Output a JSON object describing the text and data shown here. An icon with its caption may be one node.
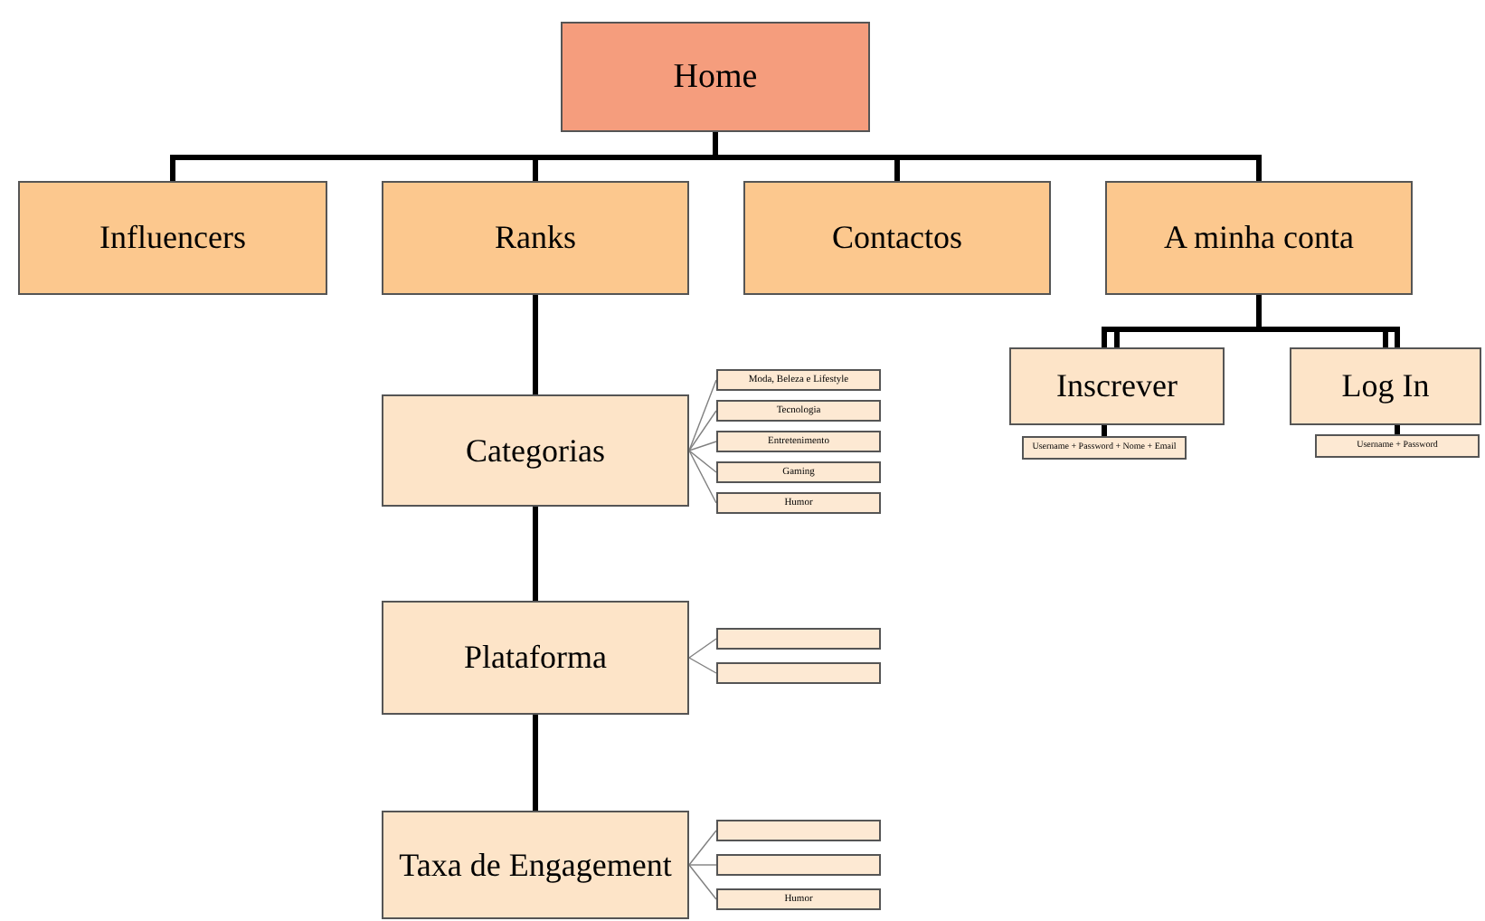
{
  "diagram": {
    "nodes": [
      {
        "text": [
          "Home"
        ]
      },
      {
        "text": [
          "Influencers"
        ]
      },
      {
        "text": [
          "Ranks"
        ]
      },
      {
        "text": [
          "Contactos"
        ]
      },
      {
        "text": [
          "A minha conta"
        ]
      },
      {
        "text": [
          "Categorias"
        ]
      },
      {
        "text": [
          "Moda, Beleza e Lifestyle"
        ]
      },
      {
        "text": [
          "Tecnologia"
        ]
      },
      {
        "text": [
          "Entretenimento"
        ]
      },
      {
        "text": [
          "Gaming"
        ]
      },
      {
        "text": [
          "Humor"
        ]
      },
      {
        "text": [
          "Plataforma"
        ]
      },
      {
        "text": [],
        "shape": "box"
      },
      {
        "text": [],
        "shape": "box"
      },
      {
        "text": [
          "Taxa de Engagement"
        ]
      },
      {
        "text": [],
        "shape": "box"
      },
      {
        "text": [],
        "shape": "box"
      },
      {
        "text": [
          "Humor"
        ]
      },
      {
        "text": [
          "Inscrever"
        ]
      },
      {
        "text": [
          "Username + Password + Nome + Email"
        ]
      },
      {
        "text": [
          "Log In"
        ]
      },
      {
        "text": [
          "Username + Password"
        ]
      }
    ],
    "edges": [
      {
        "from": 0,
        "to": 1,
        "arrow": "none"
      },
      {
        "from": 0,
        "to": 2,
        "arrow": "none"
      },
      {
        "from": 0,
        "to": 3,
        "arrow": "none"
      },
      {
        "from": 0,
        "to": 4,
        "arrow": "none"
      },
      {
        "from": 2,
        "to": 5,
        "arrow": "none"
      },
      {
        "from": 5,
        "to": 6,
        "arrow": "none",
        "color": "#808080"
      },
      {
        "from": 5,
        "to": 7,
        "arrow": "none",
        "color": "#808080"
      },
      {
        "from": 5,
        "to": 8,
        "arrow": "none",
        "color": "#808080"
      },
      {
        "from": 5,
        "to": 9,
        "arrow": "none",
        "color": "#808080"
      },
      {
        "from": 5,
        "to": 10,
        "arrow": "none",
        "color": "#808080"
      },
      {
        "from": 5,
        "to": 11,
        "arrow": "none"
      },
      {
        "from": 11,
        "to": 12,
        "arrow": "none",
        "color": "#808080"
      },
      {
        "from": 11,
        "to": 13,
        "arrow": "none",
        "color": "#808080"
      },
      {
        "from": 11,
        "to": 14,
        "arrow": "none"
      },
      {
        "from": 14,
        "to": 15,
        "arrow": "none",
        "color": "#808080"
      },
      {
        "from": 14,
        "to": 16,
        "arrow": "none",
        "color": "#808080"
      },
      {
        "from": 14,
        "to": 17,
        "arrow": "none",
        "color": "#808080"
      },
      {
        "from": 4,
        "to": 18,
        "arrow": "none"
      },
      {
        "from": 4,
        "to": 20,
        "arrow": "none"
      },
      {
        "from": 18,
        "to": 19,
        "arrow": "none"
      },
      {
        "from": 20,
        "to": 21,
        "arrow": "none"
      }
    ]
  }
}
